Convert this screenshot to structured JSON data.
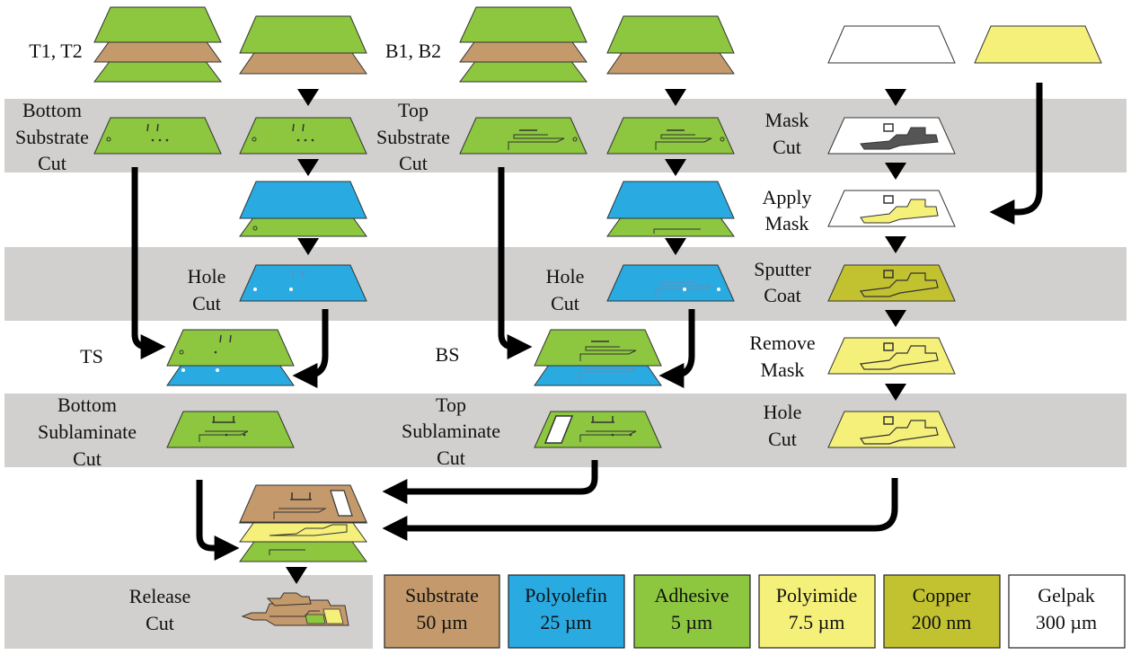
{
  "colors": {
    "band": "#d2d0ce",
    "substrate": "#c49a6c",
    "polyolefin": "#29abe2",
    "adhesive": "#8dc63f",
    "polyimide": "#f5f07a",
    "copper": "#c2c230",
    "gelpak": "#ffffff",
    "outline": "#333333",
    "arrow": "#000000"
  },
  "labels": {
    "t1t2": "T1, T2",
    "b1b2": "B1, B2",
    "bottom_substrate_cut": [
      "Bottom",
      "Substrate",
      "Cut"
    ],
    "top_substrate_cut": [
      "Top",
      "Substrate",
      "Cut"
    ],
    "mask_cut": [
      "Mask",
      "Cut"
    ],
    "apply_mask": [
      "Apply",
      "Mask"
    ],
    "hole_cut_left": [
      "Hole",
      "Cut"
    ],
    "hole_cut_mid": [
      "Hole",
      "Cut"
    ],
    "sputter_coat": [
      "Sputter",
      "Coat"
    ],
    "ts": "TS",
    "bs": "BS",
    "remove_mask": [
      "Remove",
      "Mask"
    ],
    "bottom_sublaminate_cut": [
      "Bottom",
      "Sublaminate",
      "Cut"
    ],
    "top_sublaminate_cut": [
      "Top",
      "Sublaminate",
      "Cut"
    ],
    "hole_cut_right": [
      "Hole",
      "Cut"
    ],
    "release_cut": [
      "Release",
      "Cut"
    ]
  },
  "legend": [
    {
      "name": "Substrate",
      "value": "50 µm",
      "color": "#c49a6c"
    },
    {
      "name": "Polyolefin",
      "value": "25 µm",
      "color": "#29abe2"
    },
    {
      "name": "Adhesive",
      "value": "5 µm",
      "color": "#8dc63f"
    },
    {
      "name": "Polyimide",
      "value": "7.5 µm",
      "color": "#f5f07a"
    },
    {
      "name": "Copper",
      "value": "200 nm",
      "color": "#c2c230"
    },
    {
      "name": "Gelpak",
      "value": "300 µm",
      "color": "#ffffff"
    }
  ]
}
